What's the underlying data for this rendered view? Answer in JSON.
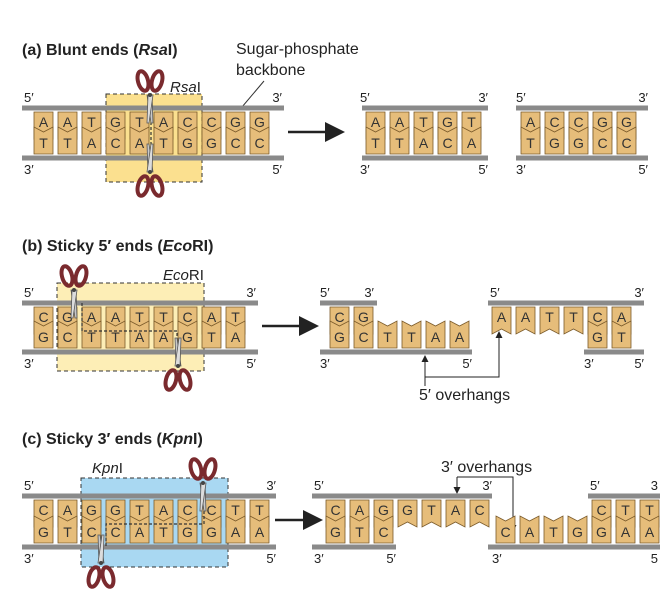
{
  "panels": {
    "a": {
      "title_prefix": "(a) Blunt ends (",
      "title_enzyme": "Rsa",
      "title_suffix": "I)",
      "enzyme_italic": "Rsa",
      "enzyme_plain": "I",
      "annotation_line1": "Sugar-phosphate",
      "annotation_line2": "backbone",
      "top_left_end": "5′",
      "top_right_end": "3′",
      "bottom_left_end": "3′",
      "bottom_right_end": "5′",
      "top_strand": [
        "A",
        "A",
        "T",
        "G",
        "T",
        "A",
        "C",
        "C",
        "G",
        "G"
      ],
      "bottom_strand": [
        "T",
        "T",
        "A",
        "C",
        "A",
        "T",
        "G",
        "G",
        "C",
        "C"
      ],
      "product1": {
        "top_left_end": "5′",
        "top_right_end": "3′",
        "bottom_left_end": "3′",
        "bottom_right_end": "5′",
        "top_strand": [
          "A",
          "A",
          "T",
          "G",
          "T"
        ],
        "bottom_strand": [
          "T",
          "T",
          "A",
          "C",
          "A"
        ]
      },
      "product2": {
        "top_left_end": "5′",
        "top_right_end": "3′",
        "bottom_left_end": "3′",
        "bottom_right_end": "5′",
        "top_strand": [
          "A",
          "C",
          "C",
          "G",
          "G"
        ],
        "bottom_strand": [
          "T",
          "G",
          "G",
          "C",
          "C"
        ]
      }
    },
    "b": {
      "title_prefix": "(b) Sticky 5′ ends (",
      "title_enzyme": "Eco",
      "title_suffix": "RI)",
      "enzyme_italic": "Eco",
      "enzyme_plain": "RI",
      "top_left_end": "5′",
      "top_right_end": "3′",
      "bottom_left_end": "3′",
      "bottom_right_end": "5′",
      "top_strand": [
        "C",
        "G",
        "A",
        "A",
        "T",
        "T",
        "C",
        "A",
        "T"
      ],
      "bottom_strand": [
        "G",
        "C",
        "T",
        "T",
        "A",
        "A",
        "G",
        "T",
        "A"
      ],
      "product1": {
        "top_left_end": "5′",
        "top_right_end": "3′",
        "bottom_left_end": "3′",
        "bottom_right_end": "5′",
        "top_strand": [
          "C",
          "G"
        ],
        "bottom_strand": [
          "G",
          "C",
          "T",
          "T",
          "A",
          "A"
        ]
      },
      "product2": {
        "top_left_end": "5′",
        "top_right_end": "3′",
        "bottom_left_end": "3′",
        "bottom_right_end": "5′",
        "top_strand": [
          "A",
          "A",
          "T",
          "T",
          "C",
          "A"
        ],
        "bottom_strand": [
          "G",
          "T"
        ]
      },
      "overhang_label": "5′ overhangs"
    },
    "c": {
      "title_prefix": "(c) Sticky 3′ ends (",
      "title_enzyme": "Kpn",
      "title_suffix": "I)",
      "enzyme_italic": "Kpn",
      "enzyme_plain": "I",
      "top_left_end": "5′",
      "top_right_end": "3′",
      "bottom_left_end": "3′",
      "bottom_right_end": "5′",
      "top_strand": [
        "C",
        "A",
        "G",
        "G",
        "T",
        "A",
        "C",
        "C",
        "T",
        "T"
      ],
      "bottom_strand": [
        "G",
        "T",
        "C",
        "C",
        "A",
        "T",
        "G",
        "G",
        "A",
        "A"
      ],
      "product1": {
        "top_left_end": "5′",
        "top_right_end": "3′",
        "bottom_left_end": "3′",
        "bottom_right_end": "5′",
        "top_strand": [
          "C",
          "A",
          "G",
          "G",
          "T",
          "A",
          "C"
        ],
        "bottom_strand": [
          "G",
          "T",
          "C"
        ]
      },
      "product2": {
        "top_left_end": "5′",
        "top_right_end": "3",
        "bottom_left_end": "3′",
        "bottom_right_end": "5",
        "top_strand": [
          "C",
          "T",
          "T"
        ],
        "bottom_strand": [
          "C",
          "A",
          "T",
          "G",
          "G",
          "A",
          "A"
        ]
      },
      "overhang_label": "3′ overhangs"
    }
  },
  "colors": {
    "base_fill": "#e6bd7a",
    "base_stroke": "#7a5a2a",
    "backbone": "#8a8a8a",
    "highlight_yellow": "#fbe08f",
    "highlight_yellow_light": "#fdeeb6",
    "highlight_blue": "#a9d8f2",
    "scissor_handle": "#7a2a2e",
    "scissor_blade": "#c9c9c9",
    "text": "#222222"
  }
}
